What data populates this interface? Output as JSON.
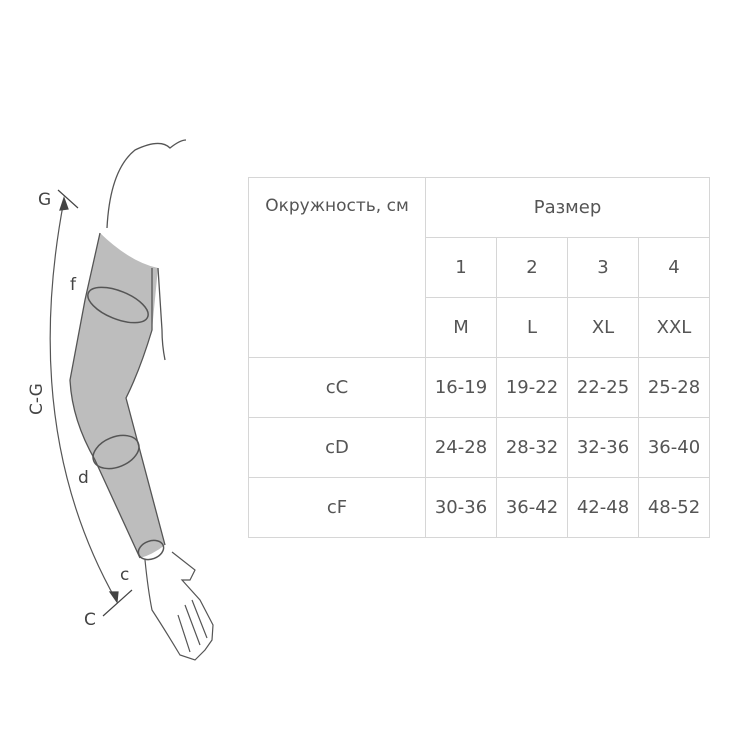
{
  "diagram": {
    "labels": {
      "G": "G",
      "f": "f",
      "CG": "C-G",
      "d": "d",
      "c": "c",
      "C": "C"
    },
    "colors": {
      "sleeve": "#bdbdbd",
      "line": "#555555"
    }
  },
  "table": {
    "corner_header": "Окружность, см",
    "size_header": "Размер",
    "size_numbers": [
      "1",
      "2",
      "3",
      "4"
    ],
    "size_letters": [
      "M",
      "L",
      "XL",
      "XXL"
    ],
    "rows": [
      {
        "label": "cC",
        "values": [
          "16-19",
          "19-22",
          "22-25",
          "25-28"
        ]
      },
      {
        "label": "cD",
        "values": [
          "24-28",
          "28-32",
          "32-36",
          "36-40"
        ]
      },
      {
        "label": "cF",
        "values": [
          "30-36",
          "36-42",
          "42-48",
          "48-52"
        ]
      }
    ]
  }
}
